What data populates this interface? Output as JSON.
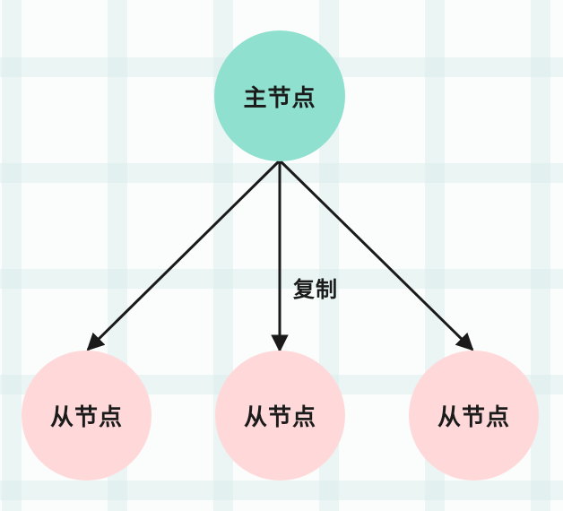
{
  "diagram": {
    "master": {
      "label": "主节点",
      "color": "#8fe0cf"
    },
    "replicas": [
      {
        "label": "从节点",
        "color": "#ffd9d9"
      },
      {
        "label": "从节点",
        "color": "#ffd9d9"
      },
      {
        "label": "从节点",
        "color": "#ffd9d9"
      }
    ],
    "edge_label": "复制",
    "edge_color": "#1a1a1a"
  }
}
